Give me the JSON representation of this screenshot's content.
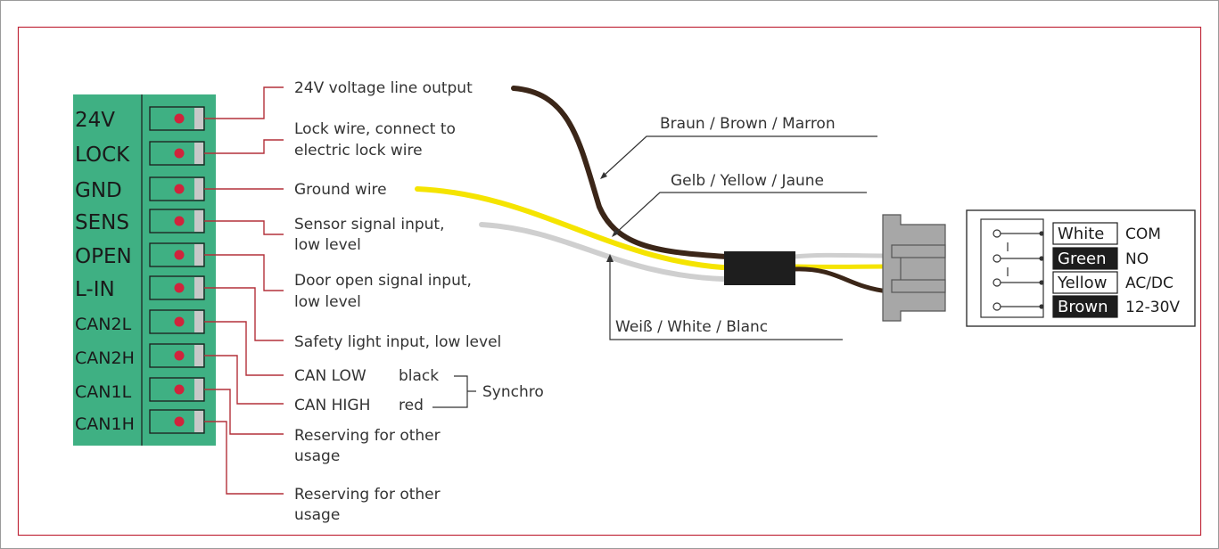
{
  "colors": {
    "frame_red": "#c0283a",
    "terminal_green": "#3fb083",
    "terminal_dot": "#d0243c",
    "wire_brown": "#3b2618",
    "wire_yellow": "#f5e400",
    "wire_white": "#cfcfcf",
    "connector_grey": "#a7a7a7"
  },
  "terminal": {
    "pins": [
      "24V",
      "LOCK",
      "GND",
      "SENS",
      "OPEN",
      "L-IN",
      "CAN2L",
      "CAN2H",
      "CAN1L",
      "CAN1H"
    ]
  },
  "callouts": {
    "pin_24v": [
      "24V voltage line output"
    ],
    "pin_lock": [
      "Lock wire, connect to",
      "electric lock wire"
    ],
    "pin_gnd": [
      "Ground wire"
    ],
    "pin_sens": [
      "Sensor signal input,",
      "low level"
    ],
    "pin_open": [
      "Door open signal input,",
      "low level"
    ],
    "pin_lin": [
      "Safety light input, low level"
    ],
    "pin_can2l": [
      "CAN LOW"
    ],
    "pin_can2h": [
      "CAN HIGH"
    ],
    "pin_can1l": [
      "Reserving for other",
      "usage"
    ],
    "pin_can1h": [
      "Reserving for other",
      "usage"
    ]
  },
  "synchro": {
    "black_label": "black",
    "red_label": "red",
    "group_label": "Synchro"
  },
  "wire_labels": {
    "brown": "Braun / Brown / Marron",
    "yellow": "Gelb / Yellow / Jaune",
    "white": "Weiß / White / Blanc"
  },
  "connector_table": {
    "rows": [
      {
        "color": "White",
        "signal": "COM",
        "highlighted": false
      },
      {
        "color": "Green",
        "signal": "NO",
        "highlighted": true
      },
      {
        "color": "Yellow",
        "signal": "AC/DC",
        "highlighted": false
      },
      {
        "color": "Brown",
        "signal": "12-30V",
        "highlighted": true
      }
    ]
  }
}
